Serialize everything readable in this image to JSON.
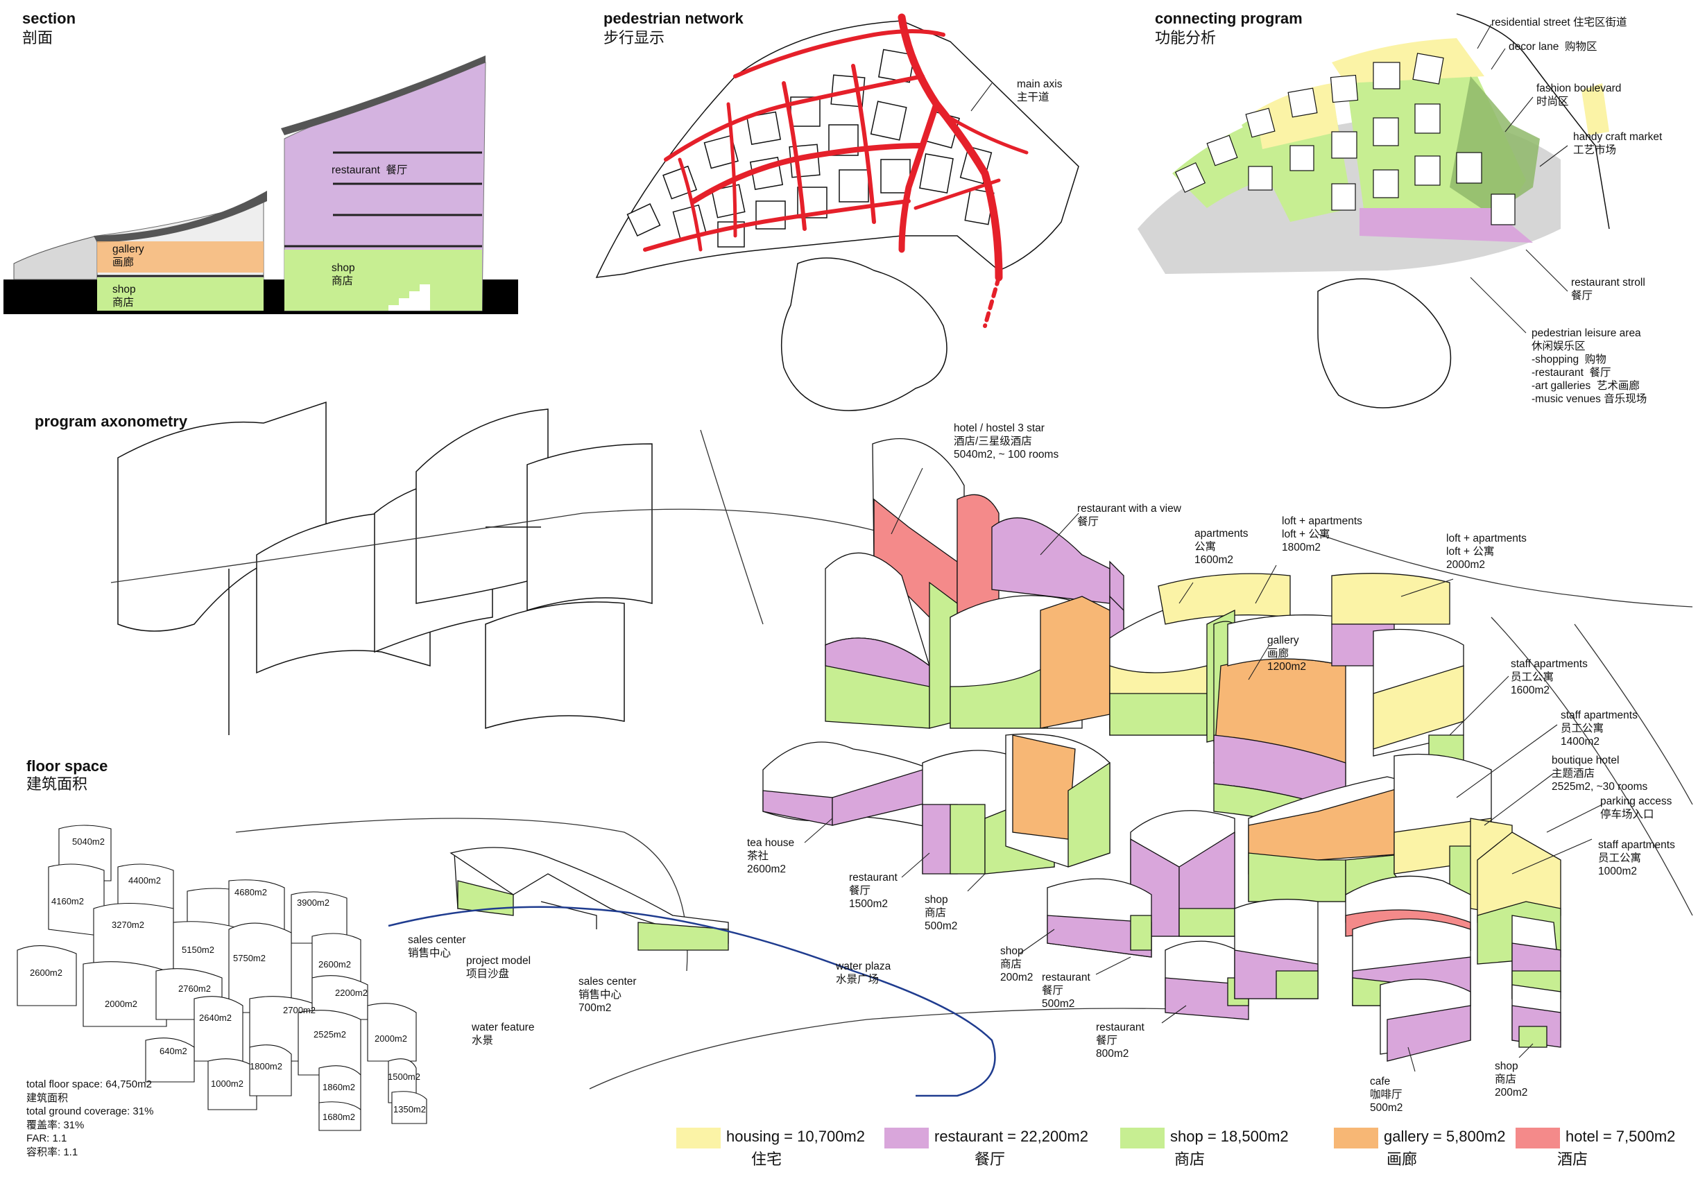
{
  "panels": {
    "section": {
      "title": "section",
      "title_zh": "剖面",
      "labels": {
        "restaurant": "restaurant  餐厅",
        "gallery_en": "gallery",
        "gallery_zh": "画廊",
        "shop1_en": "shop",
        "shop1_zh": "商店",
        "shop2_en": "shop",
        "shop2_zh": "商店"
      }
    },
    "pedestrian": {
      "title": "pedestrian network",
      "title_zh": "步行显示",
      "labels": {
        "axis_en": "main axis",
        "axis_zh": "主干道"
      }
    },
    "connecting": {
      "title": "connecting program",
      "title_zh": "功能分析",
      "labels": {
        "residential": "residential street 住宅区街道",
        "decor": "decor lane  购物区",
        "fashion_en": "fashion boulevard",
        "fashion_zh": "时尚区",
        "handy_en": "handy craft market",
        "handy_zh": "工艺市场",
        "restaurant_en": "restaurant stroll",
        "restaurant_zh": "餐厅",
        "leisure": "pedestrian leisure area\n休闲娱乐区\n-shopping  购物\n-restaurant  餐厅\n-art galleries  艺术画廊\n-music venues 音乐现场"
      }
    },
    "axonometry": {
      "title": "program axonometry"
    },
    "floor_space": {
      "title": "floor space",
      "title_zh": "建筑面积",
      "areas": [
        "5040m2",
        "4400m2",
        "4160m2",
        "3270m2",
        "4680m2",
        "3900m2",
        "5150m2",
        "5750m2",
        "2600m2",
        "2600m2",
        "2000m2",
        "2760m2",
        "2640m2",
        "2700m2",
        "2200m2",
        "2525m2",
        "2000m2",
        "640m2",
        "1800m2",
        "1000m2",
        "1860m2",
        "1500m2",
        "1680m2",
        "1350m2"
      ],
      "summary": "total floor space: 64,750m2\n建筑面积\ntotal ground coverage: 31%\n覆盖率: 31%\nFAR: 1.1\n容积率: 1.1"
    }
  },
  "annotations": {
    "hotel": "hotel / hostel 3 star\n酒店/三星级酒店\n5040m2, ~ 100 rooms",
    "restaurant_view": "restaurant with a view\n餐厅",
    "apartments": "apartments\n公寓\n1600m2",
    "loft1": "loft + apartments\nloft + 公寓\n1800m2",
    "loft2": "loft + apartments\nloft + 公寓\n2000m2",
    "gallery": "gallery\n画廊\n1200m2",
    "staff1": "staff apartments\n员工公寓\n1600m2",
    "staff2": "staff apartments\n员工公寓\n1400m2",
    "boutique": "boutique hotel\n主题酒店\n2525m2, ~30 rooms",
    "parking": "parking access\n停车场入口",
    "staff3": "staff apartments\n员工公寓\n1000m2",
    "tea": "tea house\n茶社\n2600m2",
    "rest1500": "restaurant\n餐厅\n1500m2",
    "shop500": "shop\n商店\n500m2",
    "shop200a": "shop\n商店\n200m2",
    "rest500": "restaurant\n餐厅\n500m2",
    "rest800": "restaurant\n餐厅\n800m2",
    "cafe": "cafe\n咖啡厅\n500m2",
    "shop200b": "shop\n商店\n200m2",
    "sales1": "sales center\n销售中心",
    "model": "project model\n项目沙盘",
    "sales2": "sales center\n销售中心\n700m2",
    "water_plaza": "water plaza\n水景广场",
    "water_feature": "water feature\n水景"
  },
  "legend": [
    {
      "en": "housing = 10,700m2",
      "zh": "住宅",
      "color": "#FBF3A6"
    },
    {
      "en": "restaurant = 22,200m2",
      "zh": "餐厅",
      "color": "#D9A6DB"
    },
    {
      "en": "shop = 18,500m2",
      "zh": "商店",
      "color": "#C7EE92"
    },
    {
      "en": "gallery = 5,800m2",
      "zh": "画廊",
      "color": "#F7B775"
    },
    {
      "en": "hotel = 7,500m2",
      "zh": "酒店",
      "color": "#F48A8A"
    }
  ],
  "colors": {
    "housing": "#FBF3A6",
    "restaurant": "#D9A6DB",
    "shop": "#C7EE92",
    "gallery": "#F7B775",
    "hotel": "#F48A8A",
    "network": "#E5202A",
    "water": "#1F3C8F",
    "craft": "#8FB86A",
    "plaza": "#D6D6D6"
  }
}
